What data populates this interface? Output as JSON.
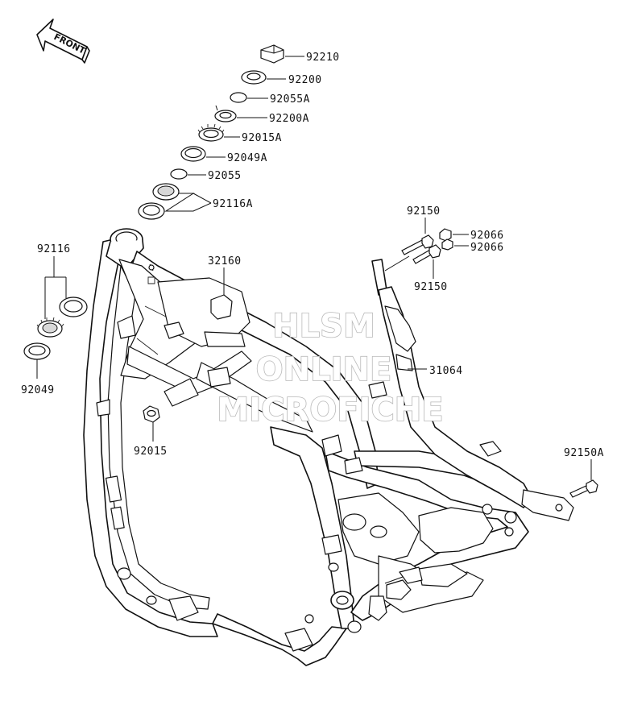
{
  "arrow": {
    "label": "FRONT"
  },
  "parts": [
    {
      "id": "92210"
    },
    {
      "id": "92200"
    },
    {
      "id": "92055A"
    },
    {
      "id": "92200A"
    },
    {
      "id": "92015A"
    },
    {
      "id": "92049A"
    },
    {
      "id": "92055"
    },
    {
      "id": "92116A"
    },
    {
      "id": "92116"
    },
    {
      "id": "92049"
    },
    {
      "id": "32160"
    },
    {
      "id": "92015"
    },
    {
      "id": "92150"
    },
    {
      "id": "92066"
    },
    {
      "id": "92066"
    },
    {
      "id": "92150"
    },
    {
      "id": "31064"
    },
    {
      "id": "92150A"
    }
  ],
  "watermark": {
    "line1": "HLSM",
    "line2": "ONLINE",
    "line3": "MICROFICHE"
  }
}
